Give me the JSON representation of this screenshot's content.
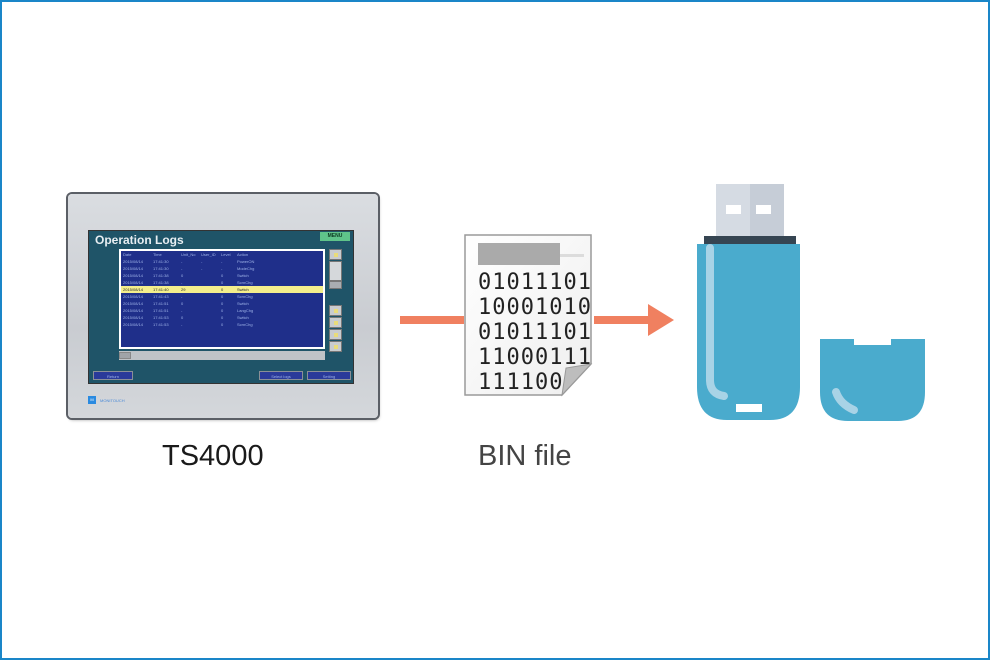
{
  "diagram": {
    "source": {
      "label": "TS4000",
      "screen": {
        "title": "Operation Logs",
        "menu_button": "MENU",
        "table": {
          "columns": [
            "Date",
            "Time",
            "Unit_No",
            "User_ID",
            "Level",
            "Action"
          ],
          "rows": [
            [
              "2015/08/14",
              "17:41:30",
              "-",
              "-",
              "-",
              "PowerON"
            ],
            [
              "2015/08/14",
              "17:41:30",
              "-",
              "-",
              "-",
              "ModeChg"
            ],
            [
              "2015/08/14",
              "17:41:38",
              "0",
              "",
              "0",
              "Switch"
            ],
            [
              "2015/08/14",
              "17:41:38",
              "-",
              "",
              "0",
              "ScrnChg"
            ],
            [
              "2015/08/14",
              "17:41:40",
              "29",
              "",
              "0",
              "Switch"
            ],
            [
              "2015/08/14",
              "17:41:43",
              "-",
              "",
              "0",
              "ScrnChg"
            ],
            [
              "2015/08/14",
              "17:41:51",
              "0",
              "",
              "0",
              "Switch"
            ],
            [
              "2015/08/14",
              "17:41:51",
              "-",
              "",
              "0",
              "LangChg"
            ],
            [
              "2015/08/14",
              "17:41:53",
              "0",
              "",
              "0",
              "Switch"
            ],
            [
              "2015/08/14",
              "17:41:53",
              "-",
              "",
              "0",
              "ScrnChg"
            ]
          ],
          "highlighted_row": 4
        },
        "softkeys": [
          "Return",
          "Select logs",
          "Setting"
        ],
        "brand": "MONITOUCH"
      }
    },
    "middle": {
      "label": "BIN file",
      "binary_lines": [
        "01011101",
        "10001010",
        "01011101",
        "11000111",
        "111100"
      ]
    },
    "target": {
      "icon": "usb-flash-drive-icon"
    },
    "colors": {
      "frame_border": "#1a86c8",
      "arrow": "#f08060",
      "usb_body": "#4aabcd",
      "usb_highlight": "#a8d3e6",
      "usb_connector": "#d5dbe3",
      "usb_collar": "#364552",
      "screen_bg": "#1f5468",
      "table_bg": "#1f2f8a",
      "highlight_row": "#f4ee8c"
    }
  }
}
